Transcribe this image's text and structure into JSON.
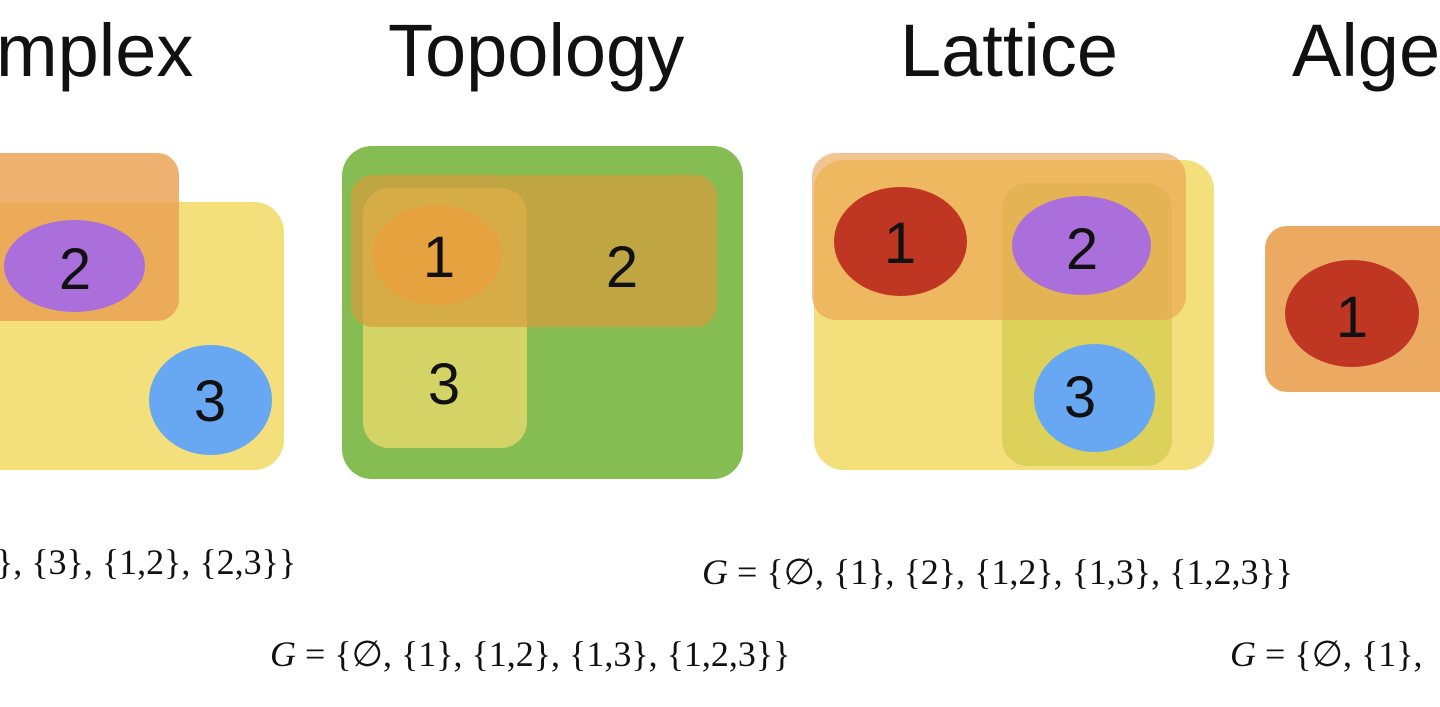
{
  "titles": {
    "complex": "mplex",
    "topology": "Topology",
    "lattice": "Lattice",
    "algebra": "Alge"
  },
  "colors": {
    "orange": "#eaa050",
    "yellow": "#f2dc6e",
    "green": "#85bd52",
    "purple": "#ab6fdc",
    "blue": "#68a7f2",
    "red": "#bf3622",
    "ochre": "#cba140"
  },
  "complex": {
    "n2": "2",
    "n3": "3"
  },
  "topology": {
    "n1": "1",
    "n2": "2",
    "n3": "3"
  },
  "lattice": {
    "n1": "1",
    "n2": "2",
    "n3": "3"
  },
  "algebra": {
    "n1": "1"
  },
  "formulas": {
    "complex_set": "}, {3}, {1,2}, {2,3}}",
    "topology_var": "G",
    "topology_set": " = {∅, {1}, {1,2}, {1,3}, {1,2,3}}",
    "lattice_var": "G",
    "lattice_set": " = {∅, {1}, {2}, {1,2}, {1,3}, {1,2,3}}",
    "algebra_var": "G",
    "algebra_set": " = {∅, {1},"
  }
}
